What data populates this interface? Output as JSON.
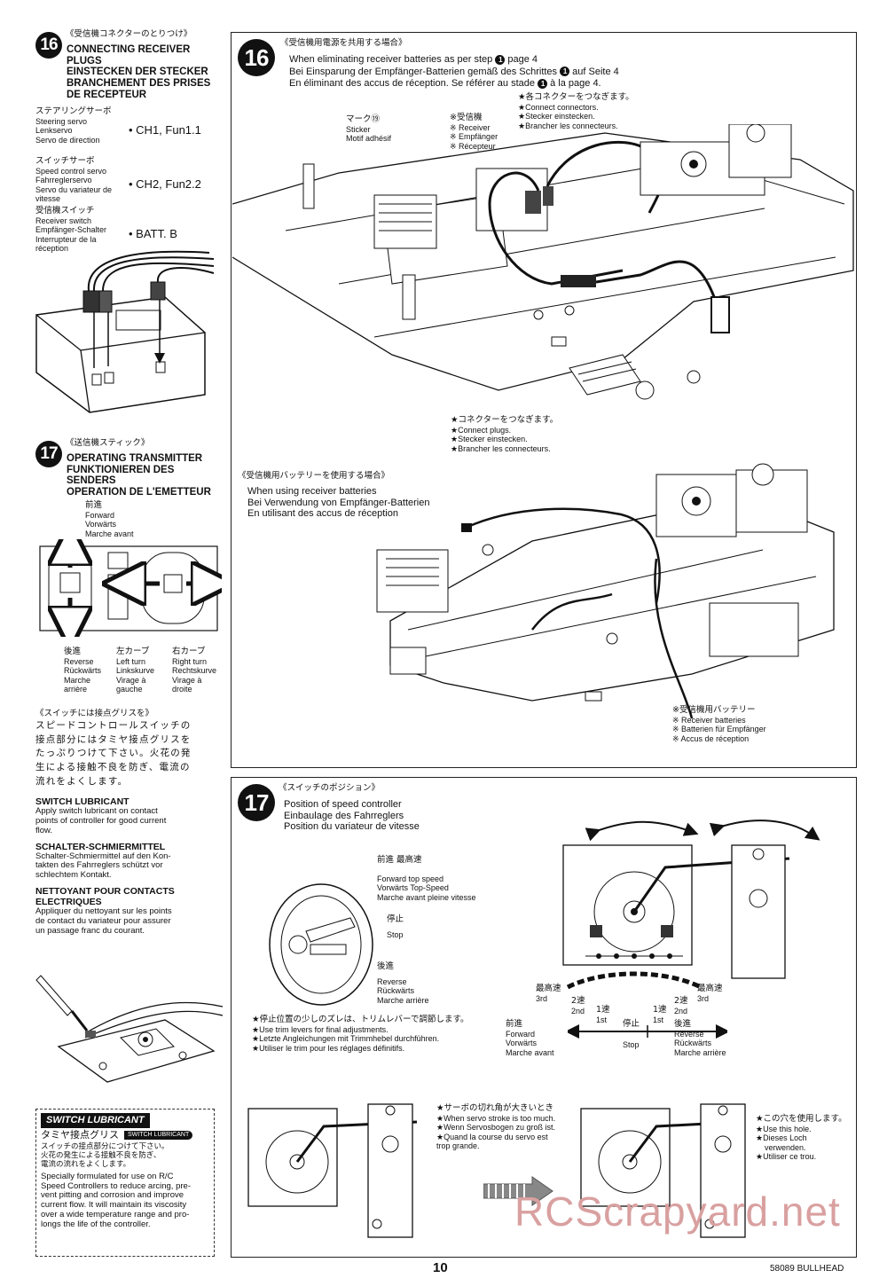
{
  "left": {
    "s16": {
      "num": "16",
      "jp_title": "《受信機コネクターのとりつけ》",
      "title_en": "CONNECTING RECEIVER PLUGS",
      "title_de": "EINSTECKEN DER STECKER",
      "title_fr": "BRANCHEMENT DES PRISES DE RECEPTEUR",
      "rows": [
        {
          "jp": "ステアリングサーボ",
          "l1": "Steering servo",
          "l2": "Lenkservo",
          "l3": "Servo de direction",
          "val": "• CH1, Fun1.1"
        },
        {
          "jp": "スイッチサーボ",
          "l1": "Speed control servo",
          "l2": "Fahrreglerservo",
          "l3": "Servo du variateur de vitesse",
          "val": "• CH2, Fun2.2"
        },
        {
          "jp": "受信機スイッチ",
          "l1": "Receiver switch",
          "l2": "Empfänger-Schalter",
          "l3": "Interrupteur de la réception",
          "val": "• BATT. B"
        }
      ]
    },
    "s17": {
      "num": "17",
      "jp_title": "《送信機スティック》",
      "title_en": "OPERATING TRANSMITTER",
      "title_de": "FUNKTIONIEREN DES SENDERS",
      "title_fr": "OPERATION DE L'EMETTEUR",
      "forward": {
        "jp": "前進",
        "en": "Forward",
        "de": "Vorwärts",
        "fr": "Marche avant"
      },
      "reverse": {
        "jp": "後進",
        "en": "Reverse",
        "de": "Rückwärts",
        "fr1": "Marche",
        "fr2": "arrière"
      },
      "left": {
        "jp": "左カーブ",
        "en": "Left turn",
        "de": "Linkskurve",
        "fr1": "Virage à",
        "fr2": "gauche"
      },
      "right": {
        "jp": "右カーブ",
        "en": "Right turn",
        "de": "Rechtskurve",
        "fr1": "Virage à",
        "fr2": "droite"
      }
    },
    "grease": {
      "jp_title": "《スイッチには接点グリスを》",
      "jp_body": [
        "スピードコントロールスイッチの",
        "接点部分にはタミヤ接点グリスを",
        "たっぷりつけて下さい。火花の発",
        "生による接触不良を防ぎ、電流の",
        "流れをよくします。"
      ],
      "en_head": "SWITCH LUBRICANT",
      "en_body": [
        "Apply switch lubricant on contact",
        "points of controller for good current",
        "flow."
      ],
      "de_head": "SCHALTER-SCHMIERMITTEL",
      "de_body": [
        "Schalter-Schmiermittel auf den Kon-",
        "takten des Fahrreglers schützt vor",
        "schlechtem Kontakt."
      ],
      "fr_head": [
        "NETTOYANT POUR CONTACTS",
        "ELECTRIQUES"
      ],
      "fr_body": [
        "Appliquer du nettoyant sur les points",
        "de contact du variateur pour assurer",
        "un passage franc du courant."
      ]
    },
    "ad": {
      "logo": "SWITCH LUBRICANT",
      "jp_name": "タミヤ接点グリス",
      "jp_body": [
        "スイッチの接点部分につけて下さい。",
        "火花の発生による接触不良を防ぎ、",
        "電流の流れをよくします。"
      ],
      "en_body": [
        "Specially formulated for use on R/C",
        "Speed Controllers to reduce arcing, pre-",
        "vent pitting and corrosion and improve",
        "current flow. It will maintain its viscosity",
        "over a wide temperature range and pro-",
        "longs the life of the controller."
      ]
    }
  },
  "top16": {
    "num": "16",
    "jp_title": "《受信機用電源を共用する場合》",
    "l1": "When eliminating receiver batteries as per step",
    "l1b": "page 4",
    "l2": "Bei Einsparung der Empfänger-Batterien gemäß des Schrittes",
    "l2b": "auf Seite 4",
    "l3": "En éliminant des accus de réception.  Se référer au stade",
    "l3b": "à la page 4.",
    "circ": "1",
    "sticker": {
      "jp": "マーク⑲",
      "en": "Sticker",
      "fr": "Motif adhésif"
    },
    "receiver": {
      "jp": "※受信機",
      "en": "※ Receiver",
      "de": "※ Empfänger",
      "fr": "※ Récepteur"
    },
    "connect1": {
      "jp": "★各コネクターをつなぎます。",
      "en": "★Connect connectors.",
      "de": "★Stecker einstecken.",
      "fr": "★Brancher les connecteurs."
    },
    "connect2": {
      "jp": "★コネクターをつなぎます。",
      "en": "★Connect plugs.",
      "de": "★Stecker einstecken.",
      "fr": "★Brancher les connecteurs."
    },
    "sub_jp": "《受信機用バッテリーを使用する場合》",
    "sub_en": "When using receiver batteries",
    "sub_de": "Bei Verwendung von Empfänger-Batterien",
    "sub_fr": "En utilisant des accus de réception",
    "batt": {
      "jp": "※受信機用バッテリー",
      "en": "※ Receiver batteries",
      "de": "※ Batterien für Empfänger",
      "fr": "※ Accus de réception"
    }
  },
  "bot17": {
    "num": "17",
    "jp_title": "《スイッチのポジション》",
    "t_en": "Position of speed controller",
    "t_de": "Einbaulage des Fahrreglers",
    "t_fr": "Position du variateur de vitesse",
    "fwd_top": {
      "jp": "前進  最高速",
      "en": "Forward top speed",
      "de": "Vorwärts Top-Speed",
      "fr": "Marche avant pleine vitesse"
    },
    "stop": {
      "jp": "停止",
      "en": "Stop"
    },
    "rev": {
      "jp": "後進",
      "en": "Reverse",
      "de": "Rückwärts",
      "fr": "Marche arrière"
    },
    "trim": {
      "jp": "★停止位置の少しのズレは、トリムレバーで調節します。",
      "en": "★Use trim levers for final adjustments.",
      "de": "★Letzte Angleichungen mit Trimmhebel durchführen.",
      "fr": "★Utiliser le trim pour les réglages définitifs."
    },
    "scale": {
      "top_l_jp": "最高速",
      "top_l": "3rd",
      "s2l_jp": "2速",
      "s2l": "2nd",
      "s1l_jp": "1速",
      "s1l": "1st",
      "stop_jp": "停止",
      "stop": "Stop",
      "s1r_jp": "1速",
      "s1r": "1st",
      "s2r_jp": "2速",
      "s2r": "2nd",
      "top_r_jp": "最高速",
      "top_r": "3rd"
    },
    "fwd2": {
      "jp": "前進",
      "en": "Forward",
      "de": "Vorwärts",
      "fr": "Marche avant"
    },
    "rev2": {
      "jp": "後進",
      "en": "Reverse",
      "de": "Rückwärts",
      "fr": "Marche arrière"
    },
    "servo_big": {
      "jp": "★サーボの切れ角が大きいとき",
      "en": "★When servo stroke is too much.",
      "de": "★Wenn Servosbogen zu groß ist.",
      "fr1": "★Quand la course du servo est",
      "fr2": "trop grande."
    },
    "hole": {
      "jp": "★この穴を使用します。",
      "en": "★Use this hole.",
      "de1": "★Dieses Loch",
      "de2": "verwenden.",
      "fr": "★Utiliser ce trou."
    }
  },
  "footer": {
    "page": "10",
    "code": "58089 BULLHEAD",
    "watermark": "RCScrapyard.net"
  }
}
